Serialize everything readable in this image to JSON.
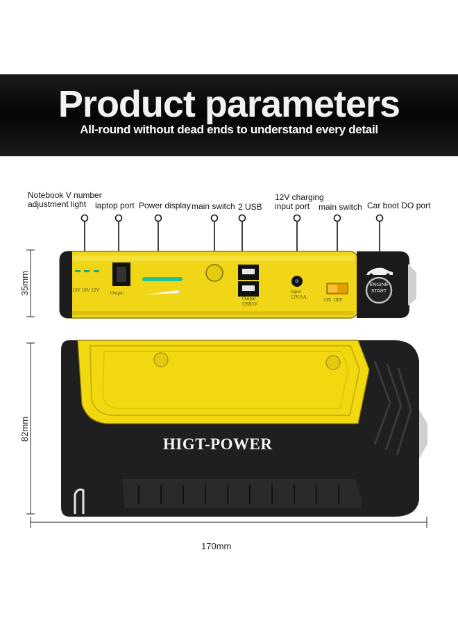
{
  "banner": {
    "title": "Product parameters",
    "subtitle": "All-round without dead ends to understand every detail"
  },
  "callouts": [
    {
      "id": "notebook-v",
      "text": "Notebook V number\nadjustment light"
    },
    {
      "id": "laptop-port",
      "text": "laptop port"
    },
    {
      "id": "power-display",
      "text": "Power display"
    },
    {
      "id": "main-switch-1",
      "text": "main switch"
    },
    {
      "id": "usb",
      "text": "2 USB"
    },
    {
      "id": "charging-input",
      "text": "12V charging\ninput port"
    },
    {
      "id": "main-switch-2",
      "text": "main switch"
    },
    {
      "id": "car-boot",
      "text": "Car boot DO port"
    }
  ],
  "device": {
    "brand": "HIGT-POWER",
    "voltages": "19V 16V 12V",
    "output_label": "Output",
    "usb_label": "Output\nUSB5V",
    "input_label": "Input\n12V/1A",
    "switch_labels": "ON  OFF",
    "engine_button": "ENGINE\nSTART"
  },
  "dimensions": {
    "height_top": "35mm",
    "height_main": "82mm",
    "width": "170mm"
  },
  "colors": {
    "yellow": "#f2d90f",
    "black": "#1a1a1a",
    "banner": "#0a0a0a"
  }
}
